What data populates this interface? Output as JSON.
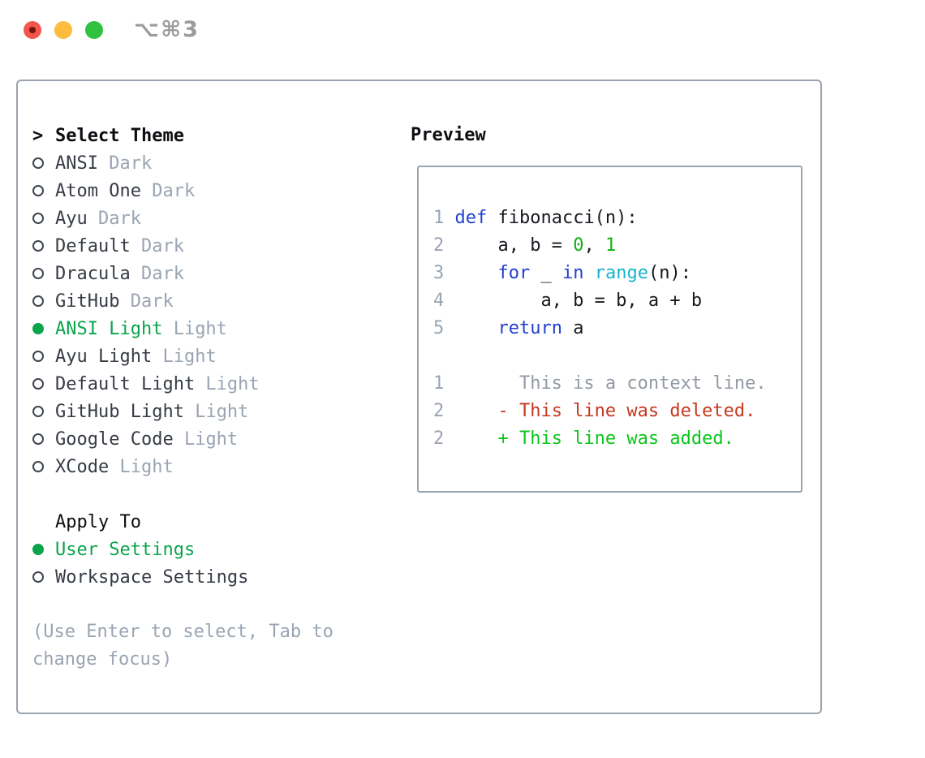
{
  "titlebar": {
    "shortcut": "⌥⌘3"
  },
  "theme_picker": {
    "prompt": ">",
    "title": "Select Theme",
    "themes": [
      {
        "name": "ANSI",
        "variant": "Dark",
        "selected": false
      },
      {
        "name": "Atom One",
        "variant": "Dark",
        "selected": false
      },
      {
        "name": "Ayu",
        "variant": "Dark",
        "selected": false
      },
      {
        "name": "Default",
        "variant": "Dark",
        "selected": false
      },
      {
        "name": "Dracula",
        "variant": "Dark",
        "selected": false
      },
      {
        "name": "GitHub",
        "variant": "Dark",
        "selected": false
      },
      {
        "name": "ANSI Light",
        "variant": "Light",
        "selected": true
      },
      {
        "name": "Ayu Light",
        "variant": "Light",
        "selected": false
      },
      {
        "name": "Default Light",
        "variant": "Light",
        "selected": false
      },
      {
        "name": "GitHub Light",
        "variant": "Light",
        "selected": false
      },
      {
        "name": "Google Code",
        "variant": "Light",
        "selected": false
      },
      {
        "name": "XCode",
        "variant": "Light",
        "selected": false
      }
    ],
    "apply_to": {
      "title": "Apply To",
      "options": [
        {
          "label": "User Settings",
          "selected": true
        },
        {
          "label": "Workspace Settings",
          "selected": false
        }
      ]
    },
    "hint": "(Use Enter to select, Tab to change focus)"
  },
  "preview": {
    "title": "Preview",
    "code_lines": [
      {
        "num": "1",
        "segments": [
          {
            "text": " "
          },
          {
            "text": "def",
            "color": "keyword"
          },
          {
            "text": " fibonacci(n):"
          }
        ]
      },
      {
        "num": "2",
        "segments": [
          {
            "text": "     a, b = "
          },
          {
            "text": "0",
            "color": "number"
          },
          {
            "text": ", "
          },
          {
            "text": "1",
            "color": "number"
          }
        ]
      },
      {
        "num": "3",
        "segments": [
          {
            "text": "     "
          },
          {
            "text": "for",
            "color": "keyword"
          },
          {
            "text": " _ "
          },
          {
            "text": "in",
            "color": "keyword"
          },
          {
            "text": " "
          },
          {
            "text": "range",
            "color": "function"
          },
          {
            "text": "(n):"
          }
        ]
      },
      {
        "num": "4",
        "segments": [
          {
            "text": "         a, b = b, a + b"
          }
        ]
      },
      {
        "num": "5",
        "segments": [
          {
            "text": "     "
          },
          {
            "text": "return",
            "color": "keyword"
          },
          {
            "text": " a"
          }
        ]
      },
      {
        "num": "",
        "segments": []
      },
      {
        "num": "1",
        "segments": [
          {
            "text": "       This is a context line.",
            "color": "context"
          }
        ]
      },
      {
        "num": "2",
        "segments": [
          {
            "text": "     "
          },
          {
            "text": "- This line was deleted.",
            "color": "deleted"
          }
        ]
      },
      {
        "num": "2",
        "segments": [
          {
            "text": "     "
          },
          {
            "text": "+ This line was added.",
            "color": "added"
          }
        ]
      }
    ]
  },
  "colors": {
    "traffic-red": "#f2564c",
    "traffic-red-dot": "#7a130b",
    "traffic-yellow": "#fcbd3e",
    "traffic-green": "#31c13f",
    "shortcut-gray": "#9b9b9b",
    "panel-border": "#9aa3ae",
    "heading-black": "#0c0e12",
    "list-text": "#363b44",
    "muted-gray": "#9aa4b2",
    "radio-ring": "#3f454e",
    "selected-green": "#0aa44b",
    "code-text": "#16191f",
    "line-number-gray": "#9aa4b2",
    "keyword-blue": "#2240d0",
    "function-cyan": "#17b3cd",
    "number-green": "#12b112",
    "context-gray": "#939aa4",
    "deleted-red": "#c5381f",
    "added-green": "#0cc51c"
  }
}
